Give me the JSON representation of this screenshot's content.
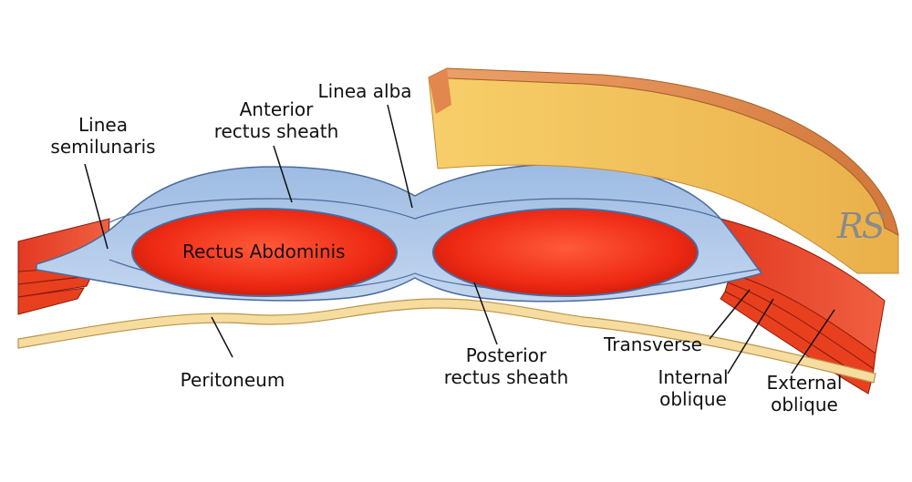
{
  "labels": {
    "linea_semilunaris": [
      "Linea",
      "semilunaris"
    ],
    "anterior_rectus_sheath": [
      "Anterior",
      "rectus sheath"
    ],
    "linea_alba": "Linea alba",
    "rectus_abdominis": "Rectus Abdominis",
    "peritoneum": "Peritoneum",
    "posterior_rectus_sheath": [
      "Posterior",
      "rectus sheath"
    ],
    "transverse": "Transverse",
    "internal_oblique": [
      "Internal",
      "oblique"
    ],
    "external_oblique": [
      "External",
      "oblique"
    ]
  },
  "signature": "RS",
  "colors": {
    "muscle": "#e8281a",
    "muscle_dark": "#c41f10",
    "sheath": "#a9c4e6",
    "sheath_edge": "#5a79a8",
    "peritoneum": "#f7dca0",
    "skin": "#e0894a",
    "fat": "#f3c25a"
  }
}
